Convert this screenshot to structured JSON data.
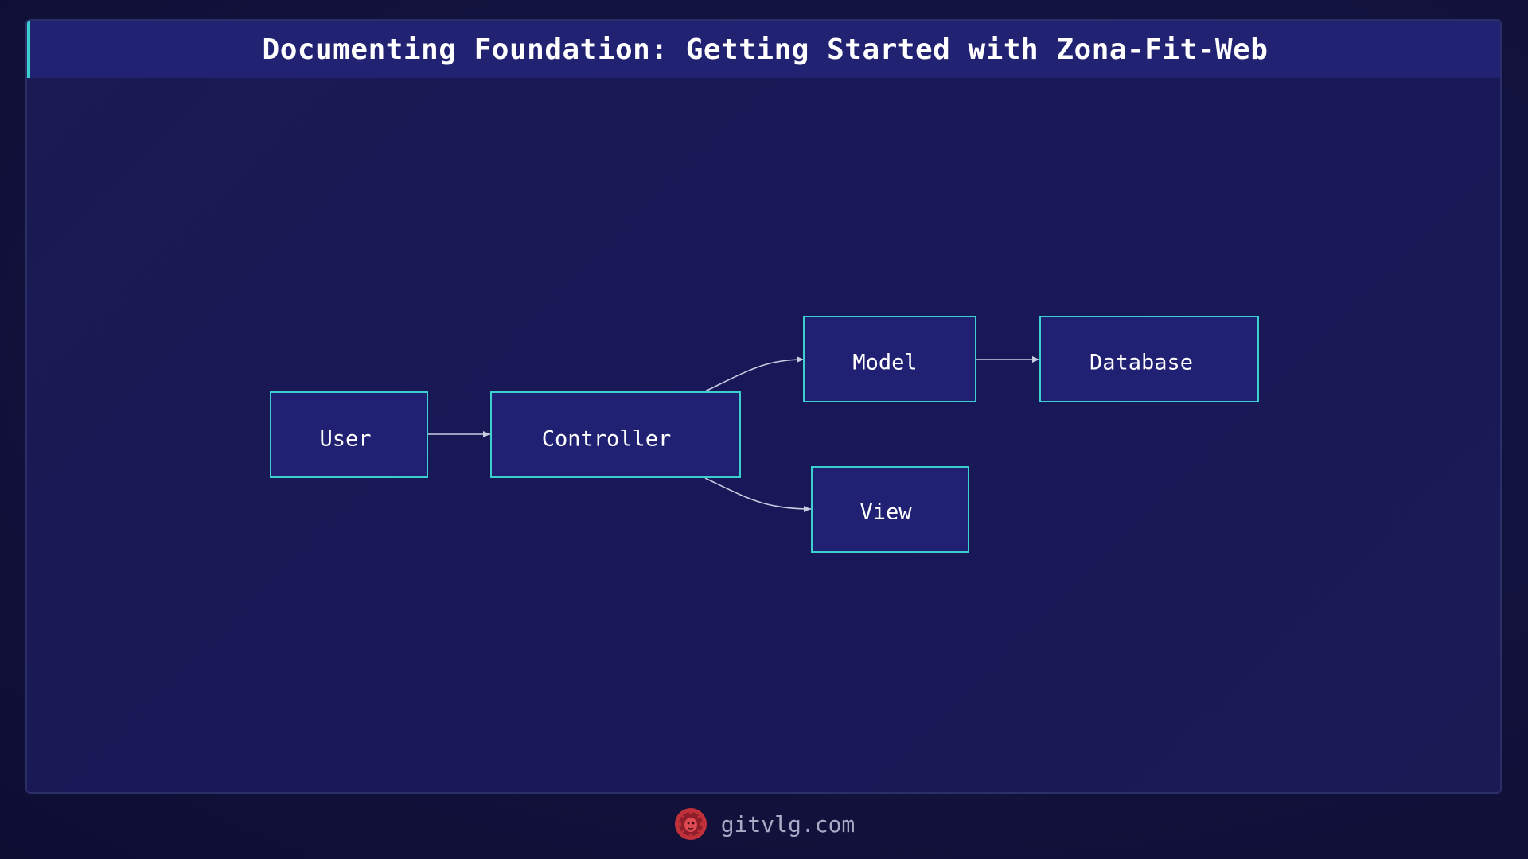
{
  "title": "Documenting Foundation: Getting Started with Zona-Fit-Web",
  "diagram": {
    "nodes": [
      {
        "id": "user",
        "label": "User"
      },
      {
        "id": "controller",
        "label": "Controller"
      },
      {
        "id": "model",
        "label": "Model"
      },
      {
        "id": "database",
        "label": "Database"
      },
      {
        "id": "view",
        "label": "View"
      }
    ],
    "edges": [
      {
        "from": "user",
        "to": "controller"
      },
      {
        "from": "controller",
        "to": "model"
      },
      {
        "from": "model",
        "to": "database"
      },
      {
        "from": "controller",
        "to": "view"
      }
    ]
  },
  "footer": {
    "site": "gitvlg.com",
    "logo_icon": "lion-logo-icon"
  },
  "colors": {
    "background": "#12123e",
    "panel": "#1a1a55",
    "title_bar": "#222273",
    "node_fill": "#212174",
    "node_border": "#3ccfd0",
    "edge": "#c8cde0",
    "logo": "#c0313a"
  }
}
